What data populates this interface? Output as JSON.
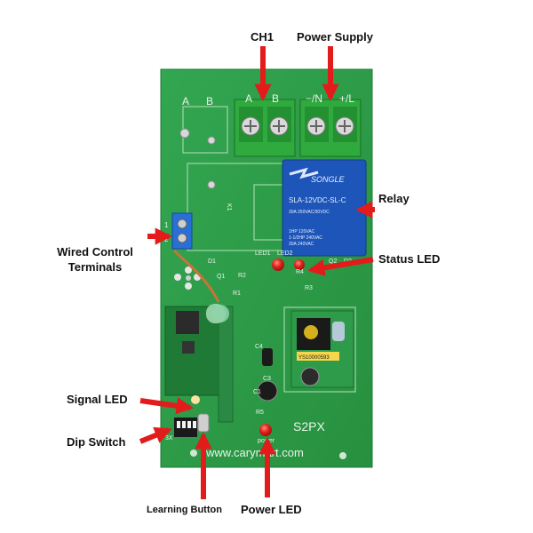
{
  "labels": {
    "ch1": "CH1",
    "power_supply": "Power Supply",
    "relay": "Relay",
    "wired_control": "Wired Control Terminals",
    "status_led": "Status LED",
    "signal_led": "Signal LED",
    "dip_switch": "Dip Switch",
    "learning_button": "Learning Button",
    "power_led": "Power LED"
  },
  "board": {
    "terminal_ab_left": [
      "A",
      "B"
    ],
    "terminal_ab_right": [
      "A",
      "B"
    ],
    "terminal_power": [
      "−/N",
      "+/L"
    ],
    "led1": "LED1",
    "led2": "LED2",
    "d1": "D1",
    "d2": "D2",
    "r1": "R1",
    "r2": "R2",
    "r3": "R3",
    "r4": "R4",
    "r5": "R5",
    "q1": "Q1",
    "q2": "Q2",
    "k1": "K1",
    "c1": "C1",
    "c3": "C3",
    "c4": "C4",
    "model": "S2PX",
    "website": "www.carymart.com",
    "power_label": "power",
    "terminal_numbers": [
      "1",
      "2"
    ],
    "dip_label": "3X"
  },
  "relay": {
    "brand": "SONGLE",
    "model": "SLA-12VDC-SL-C",
    "ratings": [
      "30A 250VAC/30VDC",
      "1HP 120VAC",
      "1-1/2HP 240VAC",
      "30A 240VAC"
    ]
  },
  "power_module": {
    "part": "YS10000593"
  },
  "colors": {
    "pcb": "#2d9a48",
    "pcb_dark": "#1f7a36",
    "terminal": "#2faa3c",
    "relay": "#1d55b8",
    "arrow": "#e31b1b",
    "led": "#e0201a"
  }
}
